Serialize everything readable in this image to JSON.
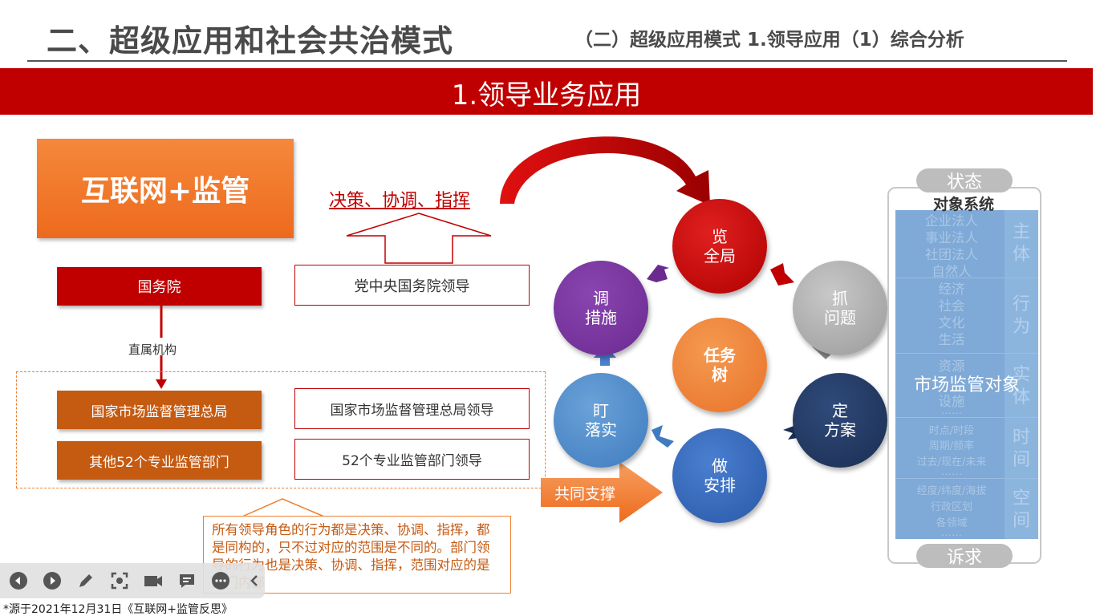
{
  "header": {
    "main_title": "二、超级应用和社会共治模式",
    "sub_title": "（二）超级应用模式  1.领导应用（1）综合分析"
  },
  "banner": {
    "text": "1.领导业务应用"
  },
  "left": {
    "brand": "互联网+监管",
    "decision": "决策、协调、指挥",
    "state_council": "国务院",
    "central_leadership": "党中央国务院领导",
    "direct_label": "直属机构",
    "samr": "国家市场监督管理总局",
    "samr_leader": "国家市场监督管理总局领导",
    "other_depts": "其他52个专业监管部门",
    "other_leaders": "52个专业监管部门领导",
    "support": "共同支撑",
    "note": "所有领导角色的行为都是决策、协调、指挥，都是同构的，只不过对应的范围是不同的。部门领导的行为也是决策、协调、指挥，范围对应的是部门内部"
  },
  "cycle": {
    "overview": [
      "览",
      "全局"
    ],
    "problem": [
      "抓",
      "问题"
    ],
    "plan": [
      "定",
      "方案"
    ],
    "arrange": [
      "做",
      "安排"
    ],
    "follow": [
      "盯",
      "落实"
    ],
    "adjust": [
      "调",
      "措施"
    ],
    "task": [
      "任务",
      "树"
    ]
  },
  "panel": {
    "top_pill": "状态",
    "object_system": "对象系统",
    "subjects": [
      "企业法人",
      "事业法人",
      "社团法人",
      "自然人"
    ],
    "behaviors": [
      "经济",
      "社会",
      "文化",
      "生活"
    ],
    "entities": [
      "资源",
      "设施"
    ],
    "dots": "……",
    "time_items": [
      "时点/时段",
      "周期/频率",
      "过去/现在/未来"
    ],
    "space_items": [
      "经度/纬度/海拔",
      "行政区划",
      "各领域"
    ],
    "side_labels": {
      "subject": "主体",
      "behavior": "行为",
      "entity": "实体",
      "time": "时间",
      "space": "空间"
    },
    "market_object": "市场监管对象",
    "bottom_pill": "诉求"
  },
  "footnote": "*源于2021年12月31日《互联网+监管反思》",
  "colors": {
    "banner_red": "#c00000",
    "orange": "#ee6a1d",
    "brown": "#c55a11",
    "panel_blue": "#7fa9d6"
  },
  "toolbar_icons": [
    "prev-icon",
    "next-icon",
    "pen-icon",
    "focus-icon",
    "video-icon",
    "comment-icon",
    "more-icon"
  ]
}
